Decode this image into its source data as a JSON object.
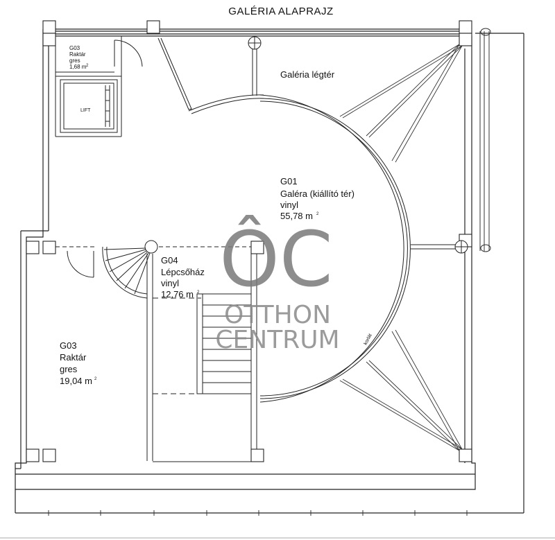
{
  "title": "GALÉRIA  ALAPRAJZ",
  "rooms": {
    "g03_small": {
      "code": "G03",
      "name": "Raktár",
      "material": "gres",
      "area": "1,68 m",
      "unit_sup": "2"
    },
    "lift": {
      "label": "LIFT"
    },
    "gallery_void": {
      "label": "Galéria légtér"
    },
    "g01": {
      "code": "G01",
      "name": "Galéra (kiállító tér)",
      "material": "vinyl",
      "area": "55,78 m",
      "unit_sup": "2"
    },
    "g04": {
      "code": "G04",
      "name": "Lépcsőház",
      "material": "vinyl",
      "area": "12,76 m",
      "unit_sup": "2"
    },
    "g03_large": {
      "code": "G03",
      "name": "Raktár",
      "material": "gres",
      "area": "19,04 m",
      "unit_sup": "2"
    },
    "rail_note": {
      "label": "korlát"
    }
  },
  "watermark": {
    "logo": "ÔC",
    "line1": "OTTHON",
    "line2": "CENTRUM"
  }
}
